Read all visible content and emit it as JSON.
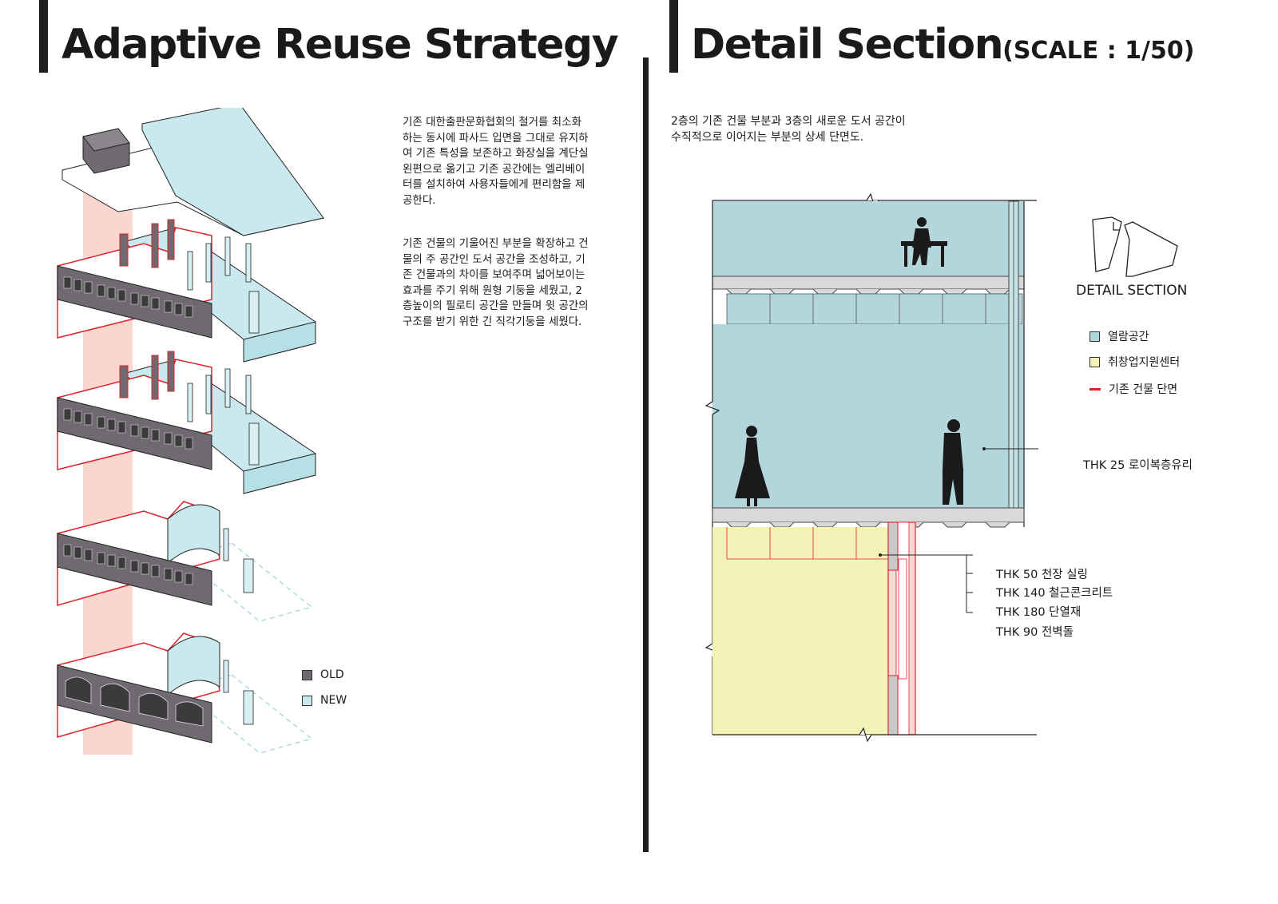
{
  "left": {
    "title": "Adaptive Reuse Strategy",
    "paragraph1": "기존 대한출판문화협회의 철거를 최소화\n하는 동시에 파사드 입면을 그대로 유지하\n여 기존 특성을 보존하고 화장실을 계단실\n왼편으로 옮기고 기존 공간에는 엘리베이\n터를 설치하여 사용자들에게 편리함을 제\n공한다.",
    "paragraph2": "기존 건물의 기울어진 부분을 확장하고 건\n물의 주 공간인 도서 공간을 조성하고, 기\n존 건물과의 차이를 보여주며 넓어보이는\n효과를 주기 위해 원형 기둥을 세웠고, 2\n층높이의 필로티 공간을 만들며 윗 공간의\n구조를 받기 위한 긴 직각기둥을 세웠다.",
    "legend": [
      {
        "label": "OLD",
        "color": "#6e6a70"
      },
      {
        "label": "NEW",
        "color": "#c9e9ee"
      }
    ]
  },
  "right": {
    "title": "Detail Section",
    "scale": "(SCALE : 1/50)",
    "intro": "2층의 기존 건물 부분과 3층의 새로운 도서 공간이\n수직적으로 이어지는 부분의 상세 단면도.",
    "key_label": "DETAIL SECTION",
    "legend": [
      {
        "label": "열람공간",
        "color": "#b2d6dc",
        "kind": "box"
      },
      {
        "label": "취창업지원센터",
        "color": "#f4f2b6",
        "kind": "box"
      },
      {
        "label": "기존 건물 단면",
        "color": "#e0202a",
        "kind": "line"
      }
    ],
    "glass_callout": "THK 25 로이복층유리",
    "wall_callouts": [
      "THK 50 천장 실링",
      "THK 140 철근콘크리트",
      "THK 180 단열재",
      "THK 90 전벽돌"
    ]
  },
  "colors": {
    "old": "#6e6a70",
    "new": "#c9e9ee",
    "reading": "#b2d6dc",
    "startup": "#f4f2b6",
    "accent_red": "#e0202a",
    "core_pink": "#fbd6cf",
    "slab": "#d9d9d9"
  }
}
